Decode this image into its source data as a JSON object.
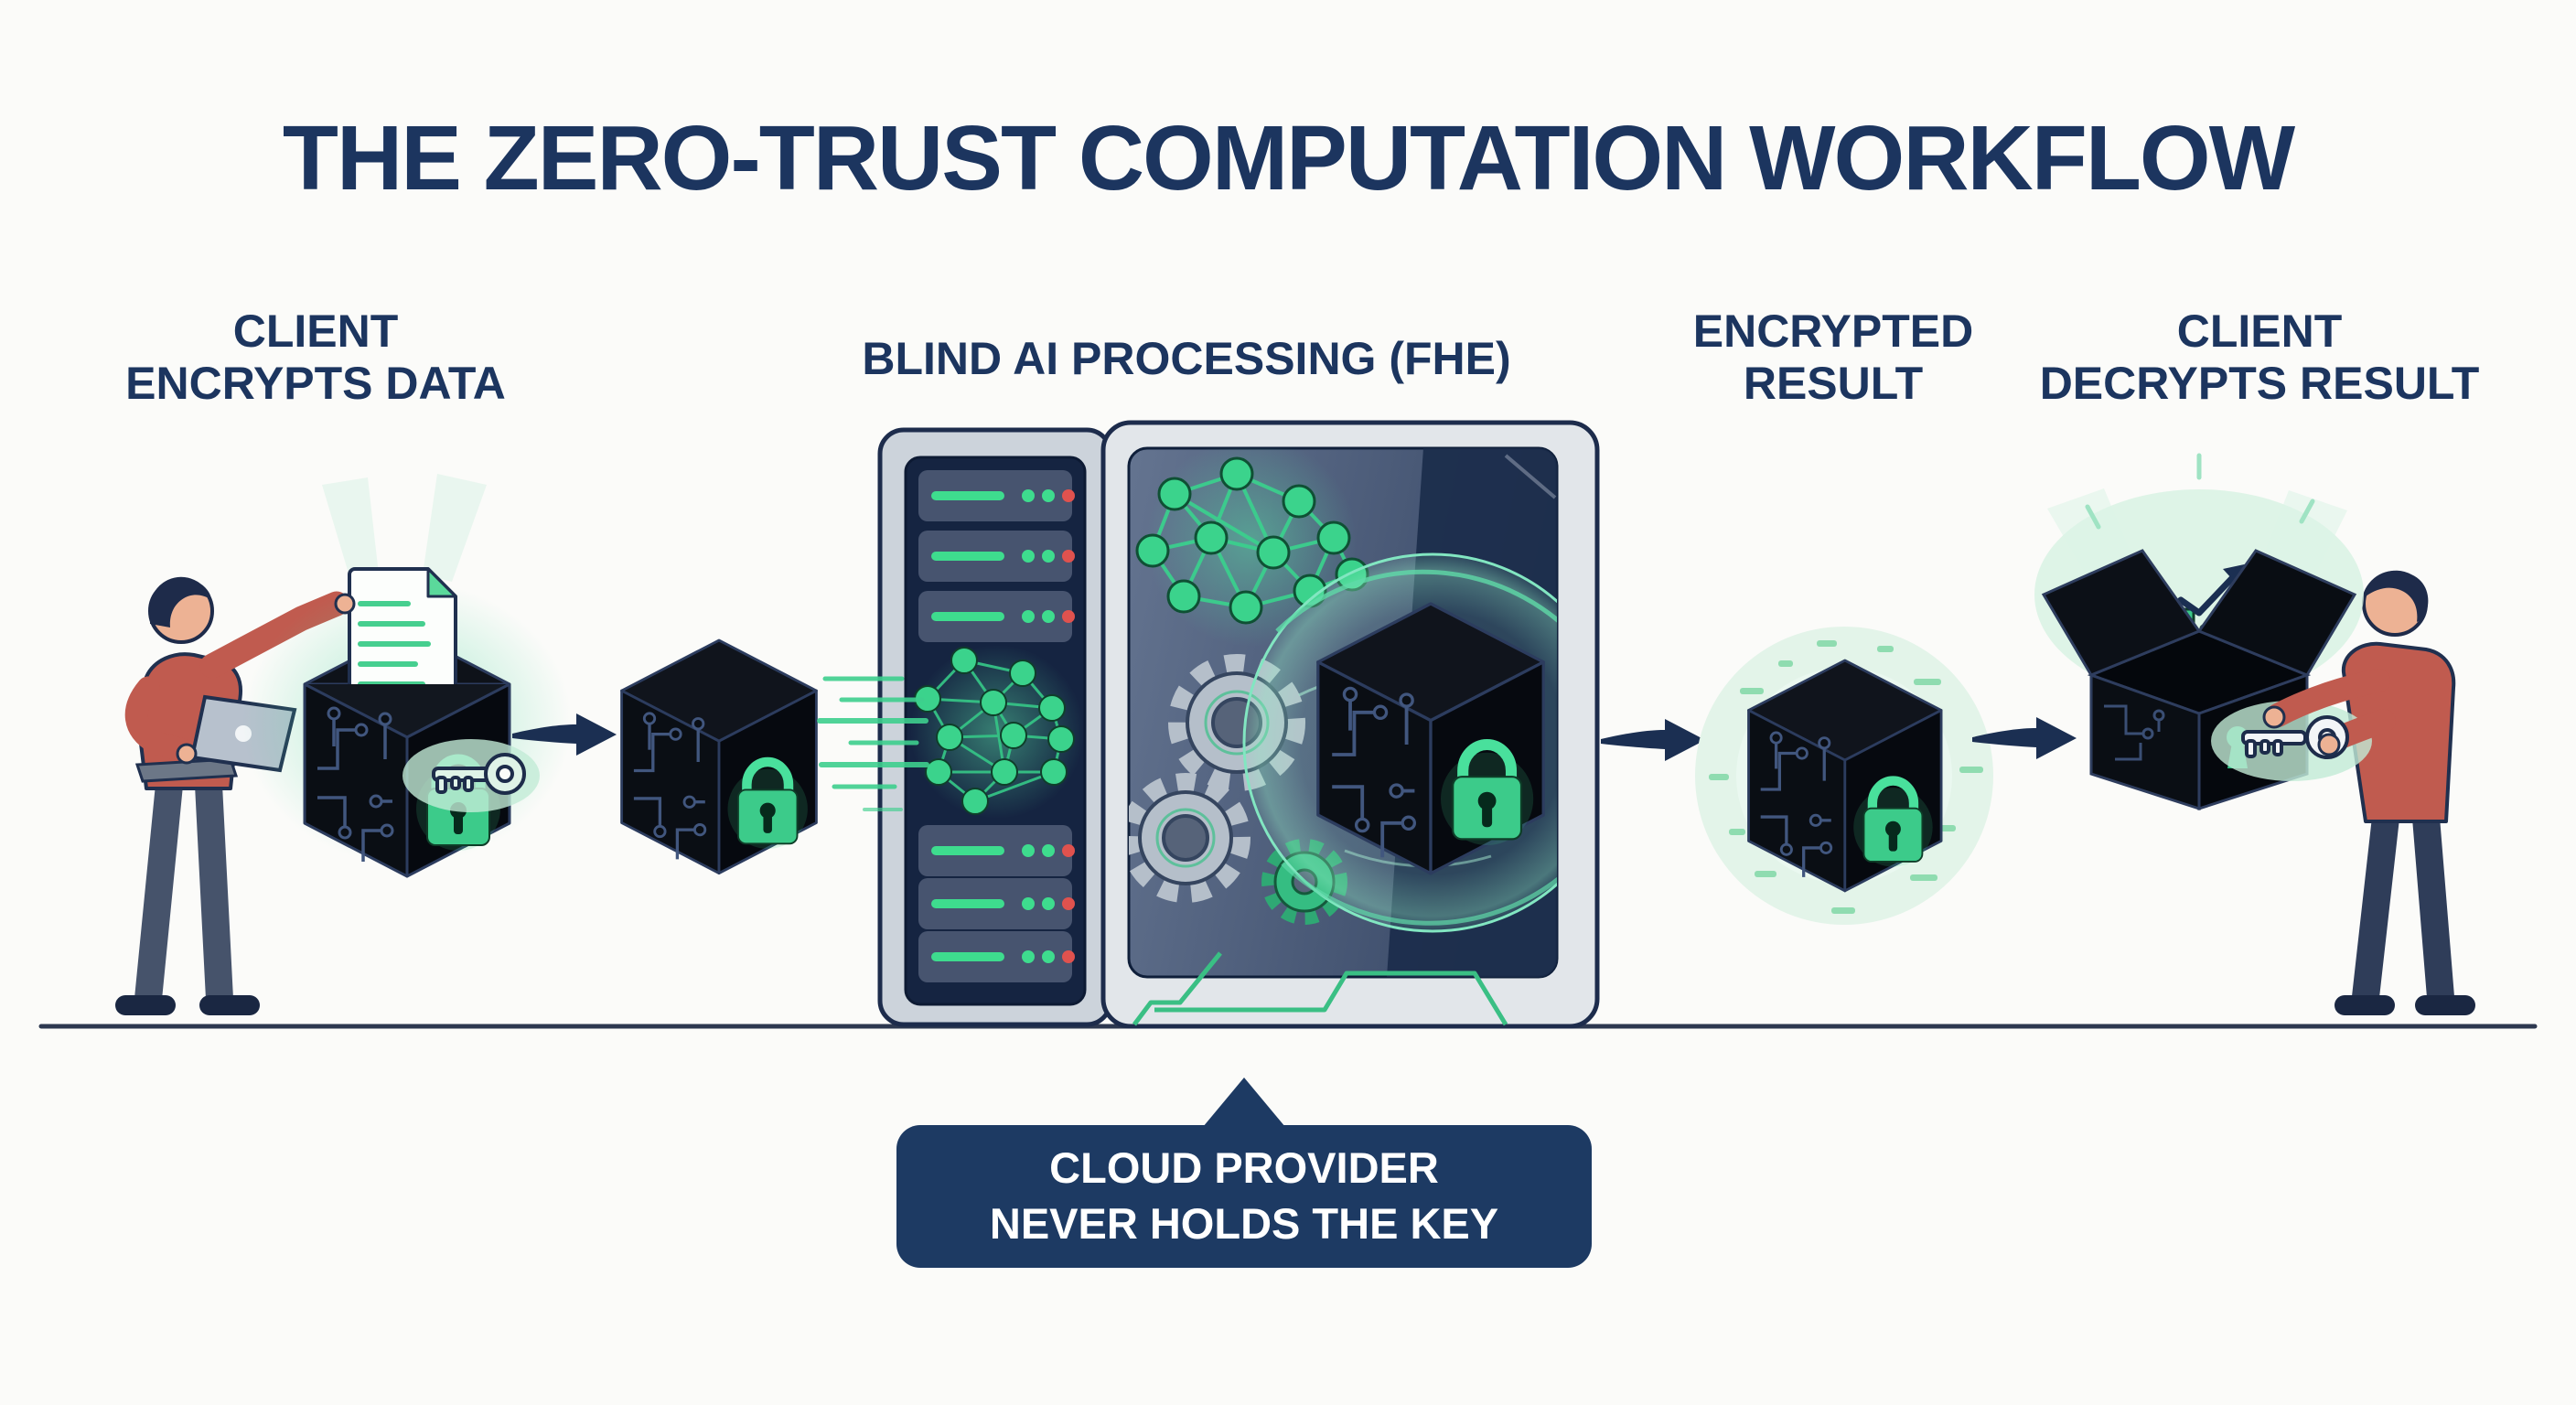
{
  "title": "THE ZERO-TRUST COMPUTATION WORKFLOW",
  "stages": [
    {
      "line1": "CLIENT",
      "line2": "ENCRYPTS DATA"
    },
    {
      "line1": "BLIND AI PROCESSING (FHE)"
    },
    {
      "line1": "ENCRYPTED",
      "line2": "RESULT"
    },
    {
      "line1": "CLIENT",
      "line2": "DECRYPTS RESULT"
    }
  ],
  "badge": {
    "line1": "CLOUD PROVIDER",
    "line2": "NEVER HOLDS THE KEY"
  },
  "colors": {
    "navy_text": "#1c355f",
    "badge_bg": "#1d3a63",
    "accent_green": "#3ecf8e",
    "lock_green": "#3ccb8a",
    "sweater_red": "#c05b4f",
    "server_panel": "#152441",
    "monitor_frame": "#e2e6ea",
    "background": "#fbfbf9"
  },
  "icons": {
    "document": "document-icon",
    "padlock": "padlock-icon",
    "encryption_key": "key-icon",
    "encrypted_cube": "encrypted-cube-icon",
    "server_rack": "server-rack-icon",
    "neural_network": "neural-network-icon",
    "gears": "gear-icon",
    "fhe_sphere": "sphere-shield-icon",
    "result_chart": "bar-chart-arrow-icon",
    "open_box": "open-box-icon",
    "keyhole": "keyhole-icon",
    "flow_arrow": "arrow-right-icon"
  }
}
